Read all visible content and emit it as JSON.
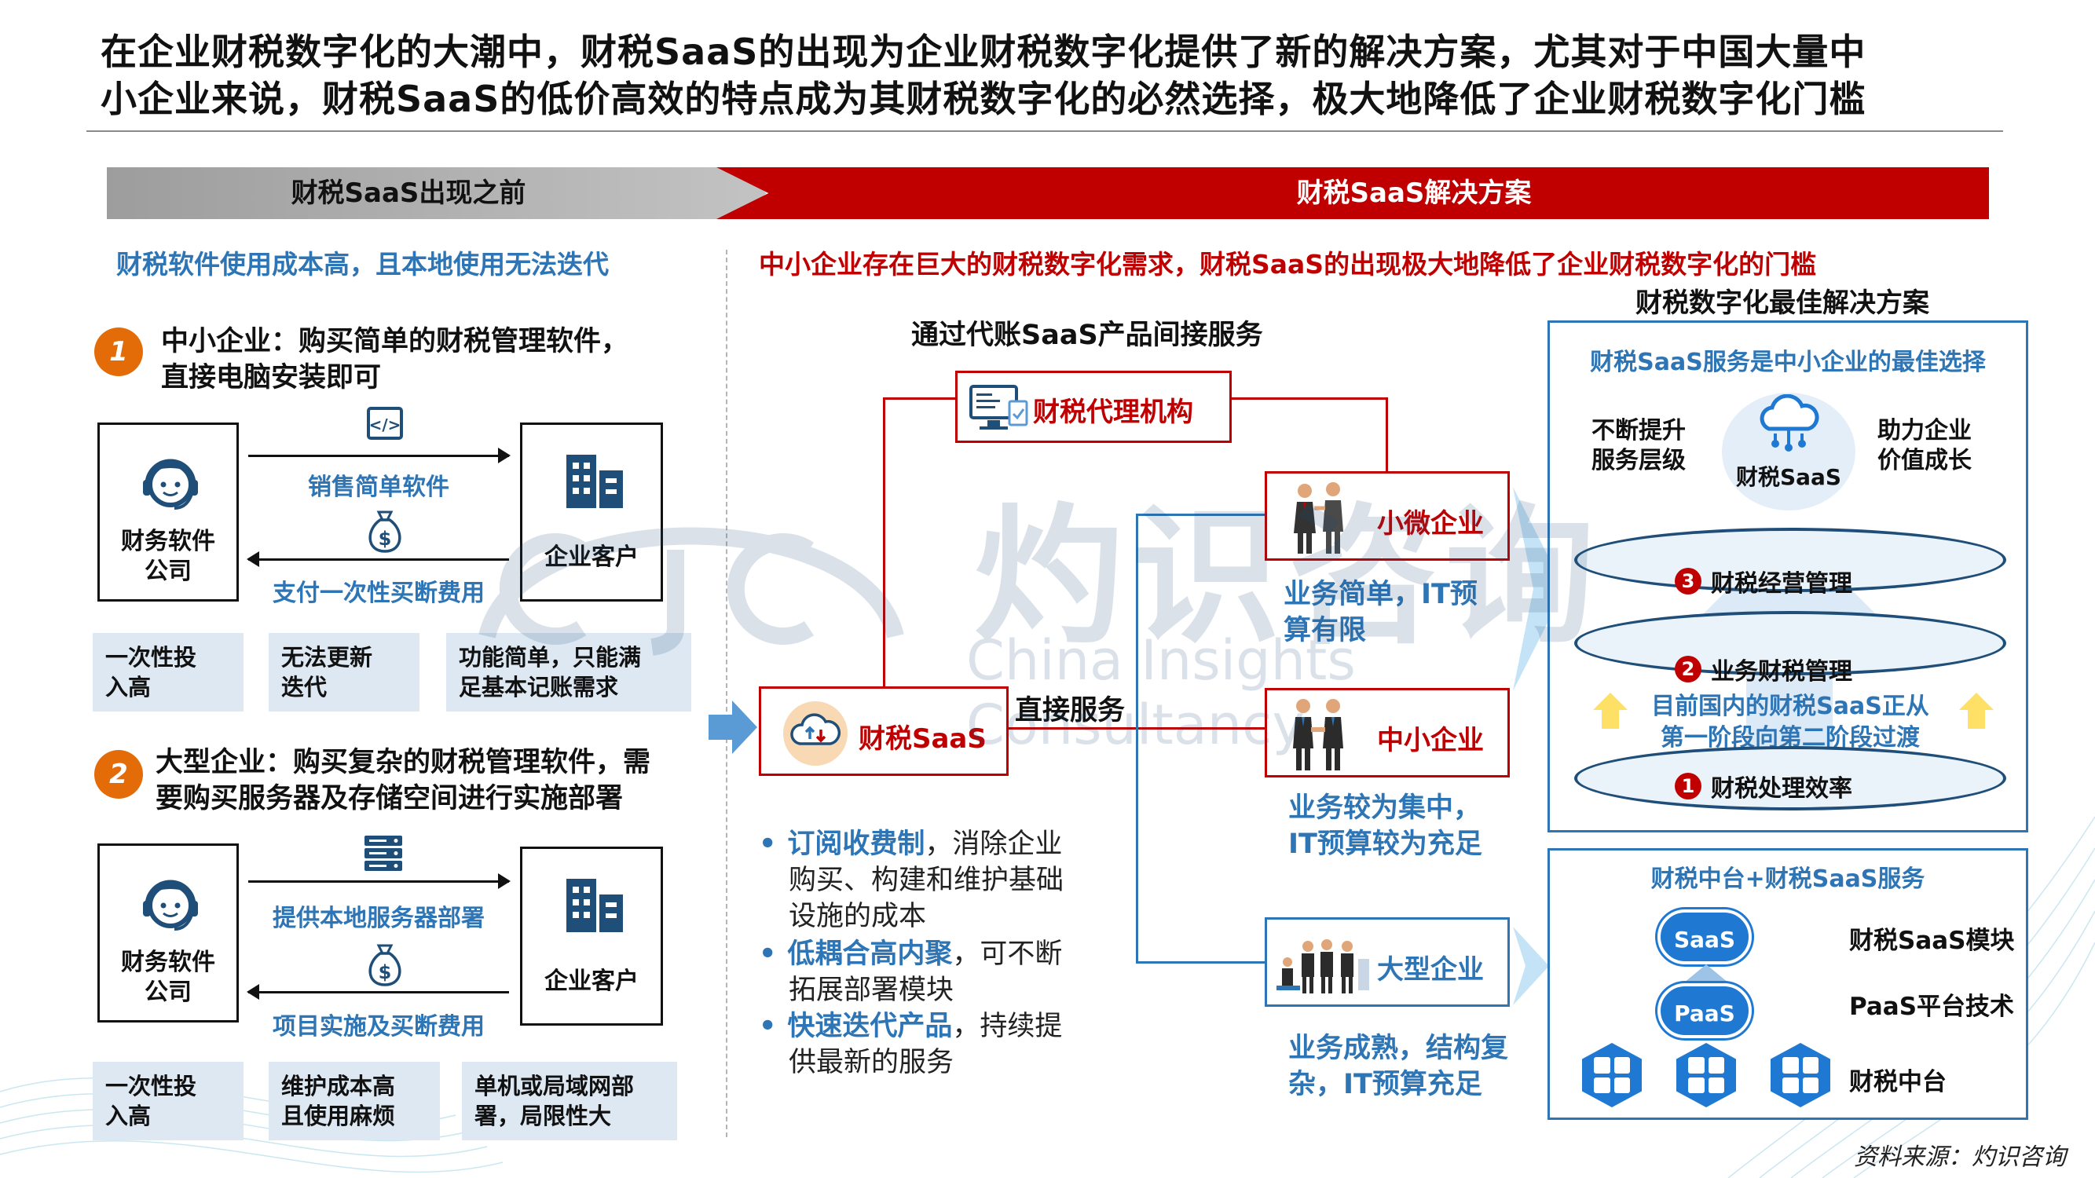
{
  "headline": {
    "line1": "在企业财税数字化的大潮中，财税SaaS的出现为企业财税数字化提供了新的解决方案，尤其对于中国大量中",
    "line2": "小企业来说，财税SaaS的低价高效的特点成为其财税数字化的必然选择，极大地降低了企业财税数字化门槛"
  },
  "phases": {
    "before": "财税SaaS出现之前",
    "solution": "财税SaaS解决方案"
  },
  "left": {
    "heading": "财税软件使用成本高，且本地使用无法迭代",
    "case1": {
      "number": "1",
      "text_line1": "中小企业：购买简单的财税管理软件，",
      "text_line2": "直接电脑安装即可",
      "vendor_line1": "财务软件",
      "vendor_line2": "公司",
      "customer": "企业客户",
      "flow_top": "销售简单软件",
      "flow_bottom": "支付一次性买断费用",
      "notes": [
        {
          "line1": "一次性投",
          "line2": "入高"
        },
        {
          "line1": "无法更新",
          "line2": "迭代"
        },
        {
          "line1": "功能简单，只能满",
          "line2": "足基本记账需求"
        }
      ]
    },
    "case2": {
      "number": "2",
      "text_line1": "大型企业：购买复杂的财税管理软件，需",
      "text_line2": "要购买服务器及存储空间进行实施部署",
      "vendor_line1": "财务软件",
      "vendor_line2": "公司",
      "customer": "企业客户",
      "flow_top": "提供本地服务器部署",
      "flow_bottom": "项目实施及买断费用",
      "notes": [
        {
          "line1": "一次性投",
          "line2": "入高"
        },
        {
          "line1": "维护成本高",
          "line2": "且使用麻烦"
        },
        {
          "line1": "单机或局域网部",
          "line2": "署，局限性大"
        }
      ]
    }
  },
  "middle": {
    "heading": "中小企业存在巨大的财税数字化需求，财税SaaS的出现极大地降低了企业财税数字化的门槛",
    "indirect_label": "通过代账SaaS产品间接服务",
    "agency": "财税代理机构",
    "saas": "财税SaaS",
    "direct_label": "直接服务",
    "micro": {
      "name": "小微企业",
      "desc_line1": "业务简单，IT预",
      "desc_line2": "算有限"
    },
    "sme": {
      "name": "中小企业",
      "desc_line1": "业务较为集中，",
      "desc_line2": "IT预算较为充足"
    },
    "large": {
      "name": "大型企业",
      "desc_line1": "业务成熟，结构复",
      "desc_line2": "杂，IT预算充足"
    },
    "bullets": [
      {
        "highlight": "订阅收费制",
        "rest_line1": "，消除企业",
        "line2": "购买、构建和维护基础",
        "line3": "设施的成本"
      },
      {
        "highlight": "低耦合高内聚",
        "rest_line1": "，可不断",
        "line2": "拓展部署模块",
        "line3": ""
      },
      {
        "highlight": "快速迭代产品",
        "rest_line1": "，持续提",
        "line2": "供最新的服务",
        "line3": ""
      }
    ]
  },
  "right": {
    "heading": "财税数字化最佳解决方案",
    "box1": {
      "title": "财税SaaS服务是中小企业的最佳选择",
      "left_line1": "不断提升",
      "left_line2": "服务层级",
      "center": "财税SaaS",
      "right_line1": "助力企业",
      "right_line2": "价值成长",
      "layers": [
        {
          "num": "3",
          "label": "财税经营管理"
        },
        {
          "num": "2",
          "label": "业务财税管理"
        },
        {
          "num": "1",
          "label": "财税处理效率"
        }
      ],
      "transition_line1": "目前国内的财税SaaS正从",
      "transition_line2": "第一阶段向第二阶段过渡"
    },
    "box2": {
      "title": "财税中台+财税SaaS服务",
      "saas_badge": "SaaS",
      "paas_badge": "PaaS",
      "label_saas": "财税SaaS模块",
      "label_paas": "PaaS平台技术",
      "label_mid": "财税中台"
    }
  },
  "watermark": {
    "cn": "灼识咨询",
    "en": "China Insights Consultancy"
  },
  "source": "资料来源：灼识咨询",
  "colors": {
    "red": "#c00000",
    "blue": "#2e75b6",
    "orange": "#e36c09",
    "navy": "#1f4e79",
    "note_bg": "#dde8f3"
  }
}
